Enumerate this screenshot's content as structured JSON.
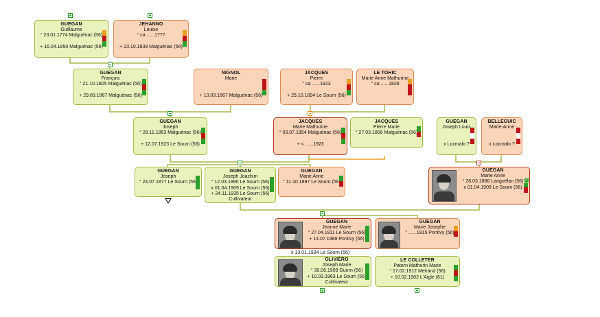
{
  "people": {
    "guillaume": {
      "surname": "GUEGAN",
      "given": "Guillaume",
      "birth": "° 23.01.1774 Malguénac (56)",
      "death": "+ 16.04.1850 Malguénac (56)"
    },
    "louise": {
      "surname": "JEHANNO",
      "given": "Louise",
      "birth": "° ca ......1777",
      "death": "+ 23.10.1839 Malguénac (56)"
    },
    "francois": {
      "surname": "GUEGAN",
      "given": "François",
      "birth": "° 21.10.1805 Malguénac (56)",
      "death": "+ 29.09.1867 Malguénac (56)"
    },
    "marie_nignol": {
      "surname": "NIGNOL",
      "given": "Marie",
      "death": "+ 13.03.1867 Malguénac (56)"
    },
    "pierre_jacques": {
      "surname": "JACQUES",
      "given": "Pierre",
      "birth": "° ca ......1823",
      "death": "+ 25.10.1894 Le Sourn (56)"
    },
    "letohic": {
      "surname": "LE TOHIC",
      "given": "Marie Anne Mathurine",
      "birth": "° ca ......1828"
    },
    "joseph1853": {
      "surname": "GUEGAN",
      "given": "Joseph",
      "birth": "° 28.11.1853 Malguénac (56)",
      "death": "+ 12.07.1923 Le Sourn (56)"
    },
    "mm_jacques": {
      "surname": "JACQUES",
      "given": "Marie Mathurine",
      "birth": "° 03.07.1854 Malguénac (56)",
      "death": "+ < ......1923"
    },
    "pm_jacques": {
      "surname": "JACQUES",
      "given": "Pierre Marie",
      "birth": "° 27.03.1856 Malguénac (56)"
    },
    "joseph_louis": {
      "surname": "GUEGAN",
      "given": "Joseph Louis",
      "marr": "x Locmalo ?"
    },
    "belleguic": {
      "surname": "BELLEGUIC",
      "given": "Marie-Anne",
      "marr": "x Locmalo ?"
    },
    "joseph1877": {
      "surname": "GUEGAN",
      "given": "Joseph",
      "birth": "° 24.07.1877 Le Sourn (56)"
    },
    "joseph_joachim": {
      "surname": "GUEGAN",
      "given": "Joseph Joachim",
      "birth": "° 12.03.1880 Le Sourn (56)",
      "marr": "x 01.04.1909 Le Sourn (56)",
      "death": "+ 24.11.1935 Le Sourn (56)",
      "occ": "Cultivateur"
    },
    "marie_anne1897": {
      "surname": "GUEGAN",
      "given": "Marie Anne",
      "birth": "° 11.10.1897 Le Sourn (56)"
    },
    "marie_anne1886": {
      "surname": "GUEGAN",
      "given": "Marie Anne",
      "birth": "° 28.03.1886 Langoëlan (56)",
      "marr": "x 01.04.1909 Le Sourn (56)"
    },
    "jeanne_marie": {
      "surname": "GUEGAN",
      "given": "Jeanne Marie",
      "birth": "° 27.04.1911 Le Sourn (56)",
      "death": "+ 14.07.1988 Pontivy (56)"
    },
    "marie_josephe": {
      "surname": "GUEGAN",
      "given": "Marie Josephe",
      "birth": "° ......1915 Pontivy (56)"
    },
    "oliviero": {
      "surname": "OLIVIÉRO",
      "given": "Joseph Marie",
      "birth": "° 30.06.1909 Guern (56)",
      "death": "+ 10.03.1963 Le Sourn (56)",
      "occ": "Cultivateur"
    },
    "colleter": {
      "surname": "LE COLLETER",
      "given": "Patern Mathurin Marie",
      "birth": "° 17.02.1912 Melrand (56)",
      "death": "+ 10.02.1982 L'Aigle (61)"
    }
  },
  "marriage_label": "x 13.01.1934 Le Sourn (56)",
  "colors": {
    "male_fill": "#e9f2bd",
    "female_fill": "#fbd5b9",
    "line": "#a7b545",
    "green": "#2aa02a",
    "red": "#c0141a",
    "orange": "#e8a020"
  }
}
